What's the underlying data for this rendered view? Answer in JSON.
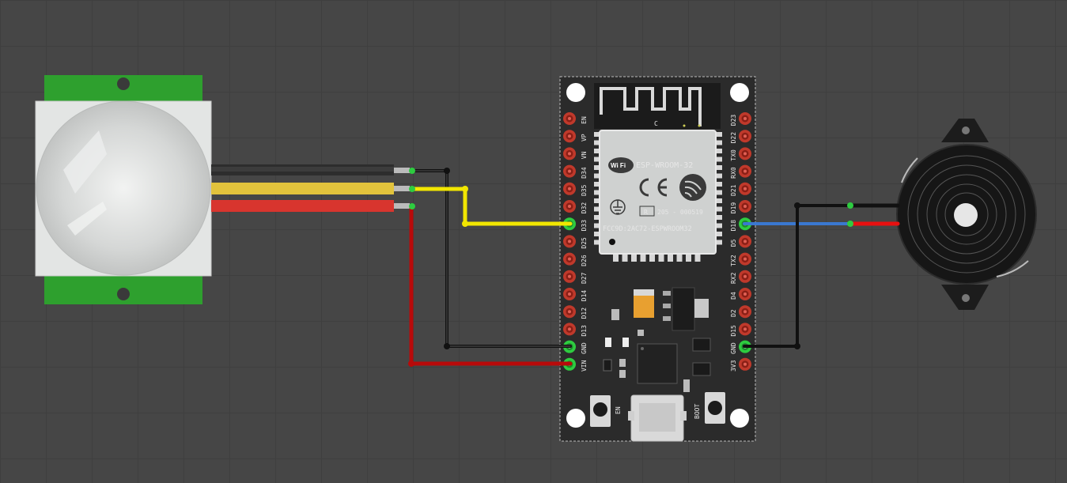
{
  "components": {
    "pir": {
      "name": "pir-motion-sensor"
    },
    "esp32": {
      "name": "esp32-devkit",
      "module_text": "ESP-WROOM-32",
      "fcc_text": "FCC9D:2AC72-ESPWROOM32",
      "cert_text": "205 - 000519",
      "r_mark": "R",
      "wifi_text": "Wi Fi",
      "antenna_mark": "C",
      "btn_en": "EN",
      "btn_boot": "BOOT",
      "left_pins": [
        "EN",
        "VP",
        "VN",
        "D34",
        "D35",
        "D32",
        "D33",
        "D25",
        "D26",
        "D27",
        "D14",
        "D12",
        "D13",
        "GND",
        "VIN"
      ],
      "right_pins": [
        "D23",
        "D22",
        "TX0",
        "RX0",
        "D21",
        "D19",
        "D18",
        "D5",
        "TX2",
        "RX2",
        "D4",
        "D2",
        "D15",
        "GND",
        "3V3"
      ]
    },
    "buzzer": {
      "name": "piezo-buzzer"
    }
  },
  "colors": {
    "board": "#2b2b2b",
    "pir_green": "#2ea02e",
    "pir_dome": "#d9dbda",
    "wire_black": "#111111",
    "wire_yellow": "#f2e600",
    "wire_red": "#c40a0a",
    "wire_blue": "#3a78d0",
    "pin_red": "#c0392b",
    "pin_green": "#2ecc40"
  }
}
